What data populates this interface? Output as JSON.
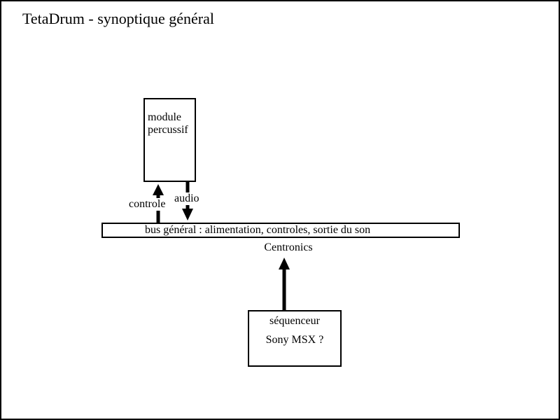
{
  "page": {
    "title": "TetaDrum - synoptique général"
  },
  "colors": {
    "background": "#ffffff",
    "ink": "#000000"
  },
  "diagram": {
    "module_box": {
      "line1": "module",
      "line2": "percussif"
    },
    "bus_bar": {
      "label": "bus général : alimentation, controles, sortie du son"
    },
    "controle_arrow": {
      "label": "controle",
      "direction": "up"
    },
    "audio_arrow": {
      "label": "audio",
      "direction": "down"
    },
    "centronics_arrow": {
      "label": "Centronics",
      "direction": "up"
    },
    "sequencer_box": {
      "line1": "séquenceur",
      "line2": "Sony MSX ?"
    }
  }
}
